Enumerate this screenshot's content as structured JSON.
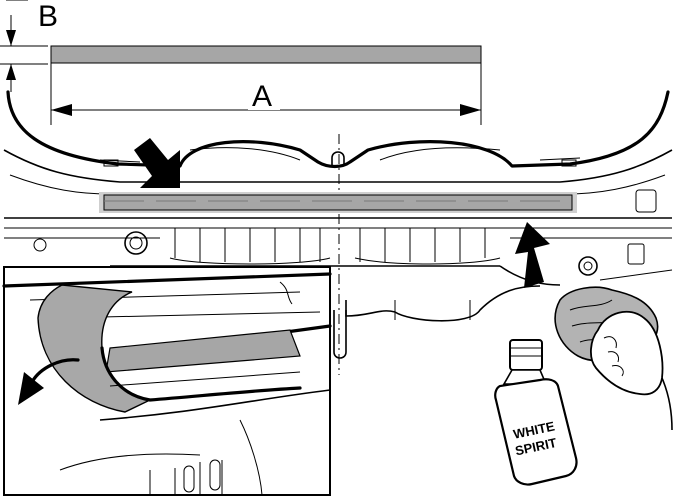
{
  "labels": {
    "dimension_a": "A",
    "dimension_b": "B"
  },
  "bottle": {
    "line1": "WHITE",
    "line2": "SPIRIT"
  },
  "colors": {
    "strip": "#a6a6a6",
    "strip_halo": "#cfcfcf",
    "film": "#a8a8a8",
    "ink": "#000000"
  }
}
